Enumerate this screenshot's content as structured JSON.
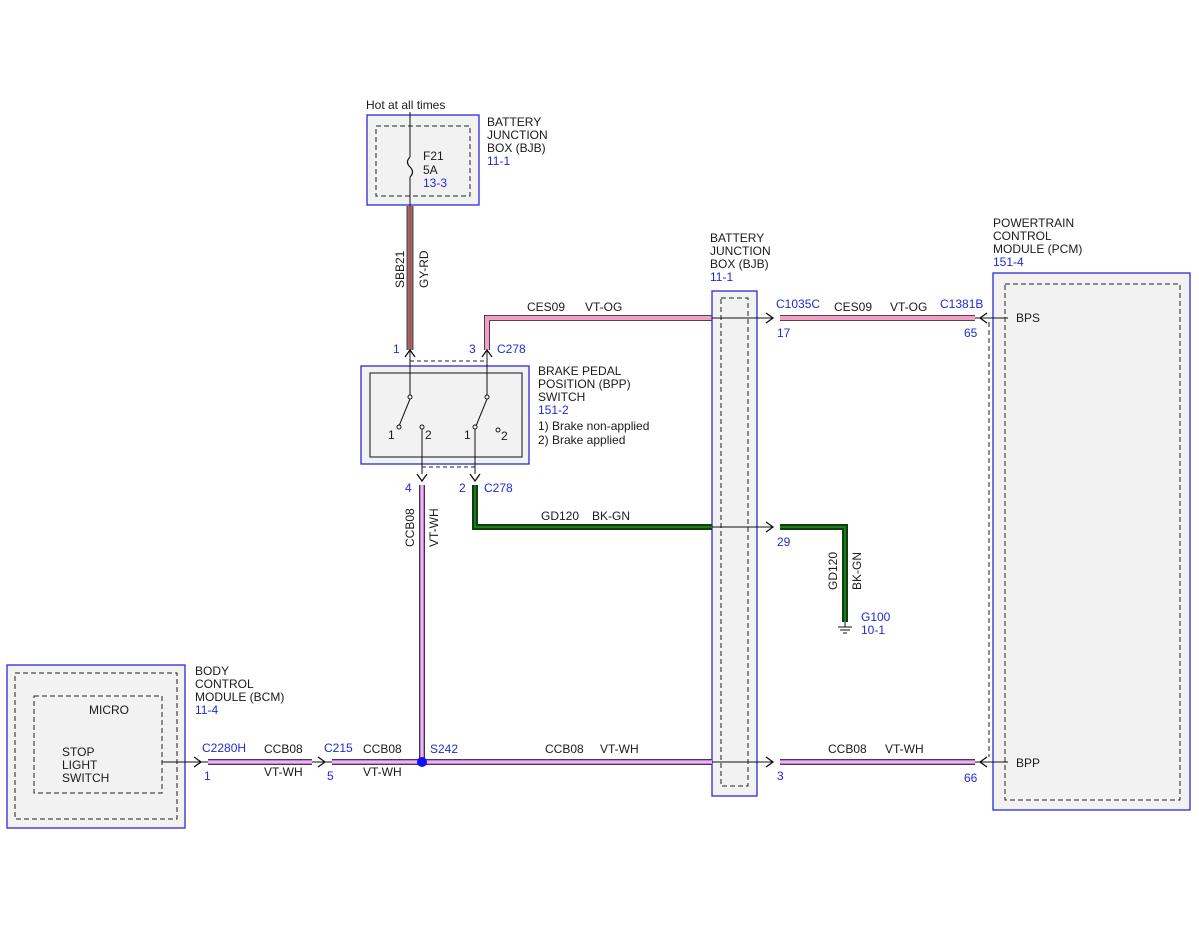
{
  "colors": {
    "component_outline": "#2b2bd9",
    "component_fill": "#f2f2f2",
    "dashed_outline": "#222222",
    "ref_text": "#1f2bd6",
    "wire_gy_rd_a": "#7d7d7d",
    "wire_gy_rd_b": "#d94040",
    "wire_vt_og": "#f2a0c4",
    "wire_vt_wh": "#c57ad6",
    "wire_bk_gn": "#0f3d0f",
    "splice_dot": "#1010ff"
  },
  "labels": {
    "hot_at_all_times": "Hot at all times",
    "bjb_top": {
      "line1": "BATTERY",
      "line2": "JUNCTION",
      "line3": "BOX (BJB)",
      "ref": "11-1"
    },
    "fuse": {
      "name": "F21",
      "rating": "5A",
      "ref": "13-3"
    },
    "wire_sbb21": {
      "circuit": "SBB21",
      "color": "GY-RD"
    },
    "bjb_mid": {
      "line1": "BATTERY",
      "line2": "JUNCTION",
      "line3": "BOX (BJB)",
      "ref": "11-1"
    },
    "pcm": {
      "line1": "POWERTRAIN",
      "line2": "CONTROL",
      "line3": "MODULE (PCM)",
      "ref": "151-4",
      "pin_bps": "BPS",
      "pin_bpp": "BPP"
    },
    "ces09_left": {
      "circuit": "CES09",
      "color": "VT-OG"
    },
    "ces09_right": {
      "circuit": "CES09",
      "color": "VT-OG"
    },
    "connectors": {
      "c1035c": "C1035C",
      "c1035c_pin": "17",
      "c1381b": "C1381B",
      "c1381b_pin": "65",
      "c278_top": "C278",
      "c278_top_pin1": "1",
      "c278_top_pin3": "3",
      "c278_bottom": "C278",
      "c278_bottom_pin4": "4",
      "c278_bottom_pin2": "2",
      "gd120_pin": "29",
      "c2280h": "C2280H",
      "c2280h_pin": "1",
      "c215": "C215",
      "c215_pin": "5",
      "s242": "S242",
      "ccb_bjb_pin": "3",
      "pcm_bpp_pin": "66"
    },
    "bpp": {
      "line1": "BRAKE PEDAL",
      "line2": "POSITION (BPP)",
      "line3": "SWITCH",
      "ref": "151-2",
      "state1": "1) Brake non-applied",
      "state2": "2) Brake applied",
      "sw_a_1": "1",
      "sw_a_2": "2",
      "sw_b_1": "1",
      "sw_b_2": "2"
    },
    "wire_ccb08_vertical": {
      "circuit": "CCB08",
      "color": "VT-WH"
    },
    "gd120_horizontal": {
      "circuit": "GD120",
      "color": "BK-GN"
    },
    "gd120_vertical": {
      "circuit": "GD120",
      "color": "BK-GN"
    },
    "ground": {
      "name": "G100",
      "ref": "10-1"
    },
    "bcm": {
      "line1": "BODY",
      "line2": "CONTROL",
      "line3": "MODULE (BCM)",
      "ref": "11-4",
      "micro": "MICRO",
      "stop1": "STOP",
      "stop2": "LIGHT",
      "stop3": "SWITCH"
    },
    "ccb08_seg1": {
      "circuit": "CCB08",
      "color": "VT-WH"
    },
    "ccb08_seg2": {
      "circuit": "CCB08",
      "color": "VT-WH"
    },
    "ccb08_seg3": {
      "circuit": "CCB08",
      "color": "VT-WH"
    },
    "ccb08_seg4": {
      "circuit": "CCB08",
      "color": "VT-WH"
    }
  }
}
